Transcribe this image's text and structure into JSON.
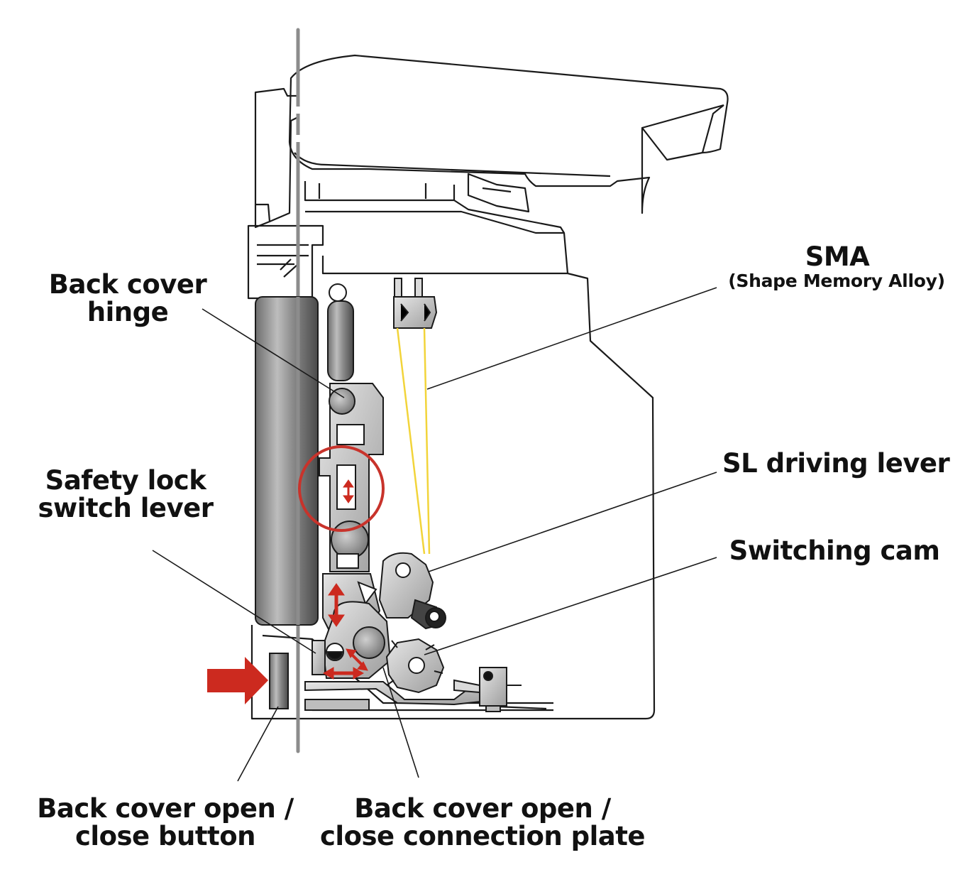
{
  "labels": {
    "back_cover_hinge": [
      "Back cover",
      "hinge"
    ],
    "safety_lock_switch_lever": [
      "Safety lock",
      "switch lever"
    ],
    "sma": "SMA",
    "sma_full": "(Shape Memory Alloy)",
    "sl_driving_lever": "SL driving lever",
    "switching_cam": "Switching cam",
    "back_cover_button": [
      "Back cover open /",
      "close button"
    ],
    "connection_plate": [
      "Back cover open /",
      "close connection plate"
    ]
  },
  "colors": {
    "outline": "#1a1a1a",
    "sma_wire": "#f2d43a",
    "highlight_circle": "#c8332b",
    "arrow": "#cc2a1f",
    "gray_light": "#d9d9d9",
    "gray_mid": "#9a9a9a",
    "gray_dark": "#555555"
  }
}
